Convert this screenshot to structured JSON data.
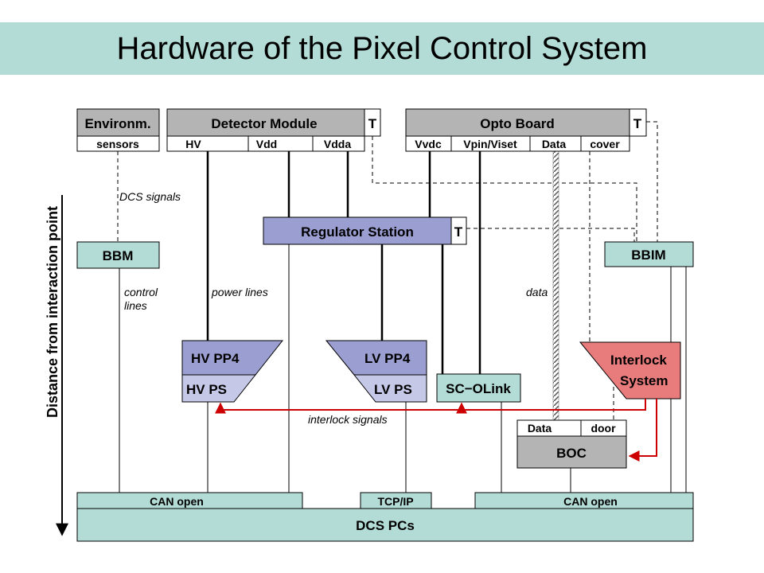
{
  "title": "Hardware of the Pixel Control System",
  "colors": {
    "title_bar": "#b3dcd6",
    "grey_box": "#b4b4b4",
    "teal_box": "#b3dcd6",
    "purple_box": "#9b9ed0",
    "purple_light": "#c6c8e8",
    "red_box": "#e87b7b",
    "interlock_line": "#cc0000"
  },
  "axis_label": "Distance from interaction point",
  "boxes": {
    "environm": "Environm.",
    "sensors": "sensors",
    "detector_module": "Detector Module",
    "dm_t": "T",
    "hv": "HV",
    "vdd": "Vdd",
    "vdda": "Vdda",
    "opto_board": "Opto Board",
    "ob_t": "T",
    "vvdc": "Vvdc",
    "vpin_viset": "Vpin/Viset",
    "data": "Data",
    "cover": "cover",
    "regulator_station": "Regulator Station",
    "rs_t": "T",
    "bbm": "BBM",
    "bbim": "BBIM",
    "hv_pp4": "HV PP4",
    "hv_ps": "HV PS",
    "lv_pp4": "LV PP4",
    "lv_ps": "LV PS",
    "sc_olink": "SC−OLink",
    "interlock_line1": "Interlock",
    "interlock_line2": "System",
    "boc_data": "Data",
    "boc_door": "door",
    "boc": "BOC",
    "can_open_left": "CAN open",
    "tcp_ip": "TCP/IP",
    "can_open_right": "CAN open",
    "dcs_pcs": "DCS PCs"
  },
  "annotations": {
    "dcs_signals": "DCS signals",
    "control_lines_1": "control",
    "control_lines_2": "lines",
    "power_lines": "power lines",
    "data": "data",
    "interlock_signals": "interlock signals"
  }
}
